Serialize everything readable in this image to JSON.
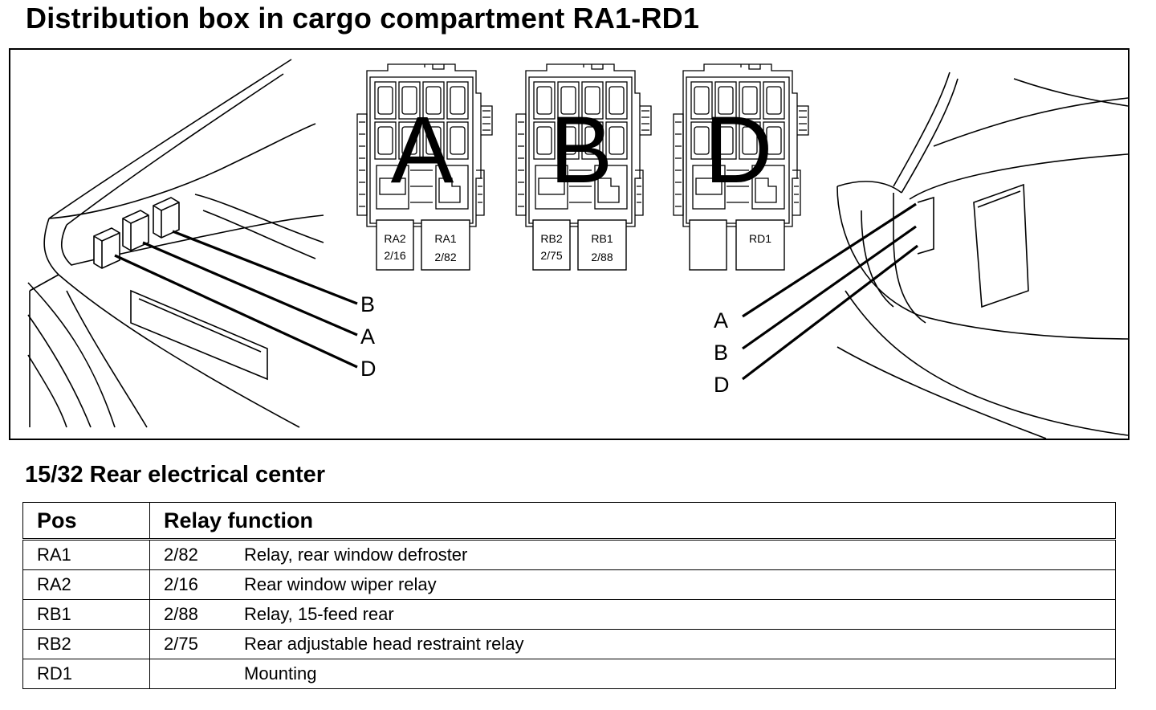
{
  "title": "Distribution box in cargo compartment RA1-RD1",
  "diagram": {
    "left_view_labels": [
      "B",
      "A",
      "D"
    ],
    "right_view_labels": [
      "A",
      "B",
      "D"
    ],
    "boxes": [
      {
        "letter": "A",
        "slots": [
          {
            "pos": "RA2",
            "code": "2/16"
          },
          {
            "pos": "RA1",
            "code": "2/82"
          }
        ]
      },
      {
        "letter": "B",
        "slots": [
          {
            "pos": "RB2",
            "code": "2/75"
          },
          {
            "pos": "RB1",
            "code": "2/88"
          }
        ]
      },
      {
        "letter": "D",
        "slots": [
          {
            "pos": "",
            "code": ""
          },
          {
            "pos": "RD1",
            "code": ""
          }
        ]
      }
    ]
  },
  "section_title": "15/32 Rear electrical center",
  "table": {
    "headers": {
      "pos": "Pos",
      "function": "Relay function"
    },
    "rows": [
      {
        "pos": "RA1",
        "code": "2/82",
        "description": "Relay, rear window defroster"
      },
      {
        "pos": "RA2",
        "code": "2/16",
        "description": "Rear window wiper relay"
      },
      {
        "pos": "RB1",
        "code": "2/88",
        "description": "Relay, 15-feed rear"
      },
      {
        "pos": "RB2",
        "code": "2/75",
        "description": "Rear adjustable head restraint relay"
      },
      {
        "pos": "RD1",
        "code": "",
        "description": "Mounting"
      }
    ]
  }
}
